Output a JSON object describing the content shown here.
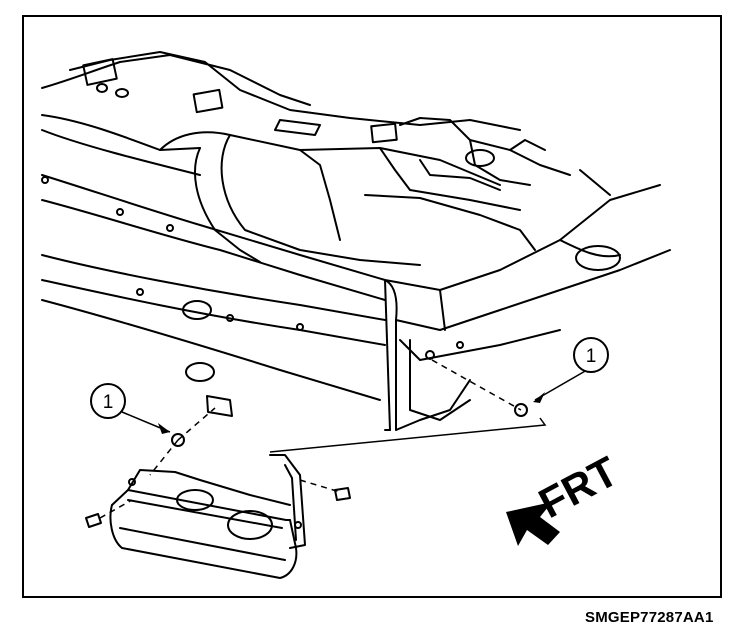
{
  "diagram": {
    "callouts": [
      {
        "number": "1"
      },
      {
        "number": "1"
      }
    ],
    "direction_label": "FRT",
    "figure_code": "SMGEP77287AA1"
  }
}
